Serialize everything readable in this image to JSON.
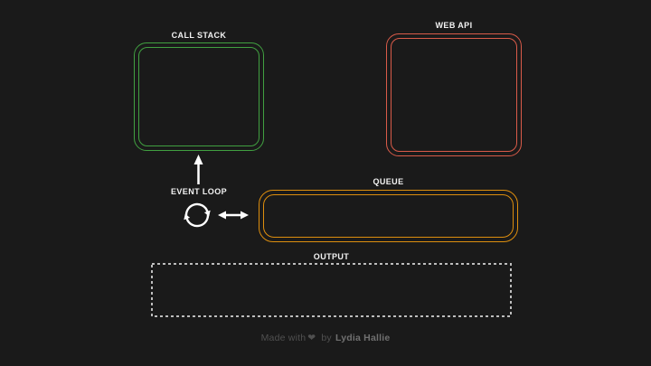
{
  "page": {
    "background_color": "#1a1a1a",
    "label_text_color": "#f2f2f2"
  },
  "diagram": {
    "call_stack": {
      "label": "CALL STACK",
      "border_color": "#41a041",
      "style": "double-rounded-border",
      "content": ""
    },
    "web_api": {
      "label": "WEB API",
      "border_color": "#d95b49",
      "style": "double-rounded-border",
      "content": ""
    },
    "queue": {
      "label": "QUEUE",
      "border_color": "#dd8e0e",
      "style": "double-rounded-border",
      "content": ""
    },
    "event_loop": {
      "label": "EVENT LOOP",
      "icon": "cycle-refresh-icon",
      "arrow_color": "#ffffff",
      "arrows": [
        "up-arrow-to-call-stack",
        "left-right-arrow-to-queue"
      ]
    },
    "output": {
      "label": "OUTPUT",
      "border_color": "#bdbdbd",
      "style": "dashed-border",
      "content": ""
    }
  },
  "footer": {
    "prefix": "Made with",
    "heart_icon": "❤",
    "middle": "by",
    "author": "Lydia Hallie"
  }
}
